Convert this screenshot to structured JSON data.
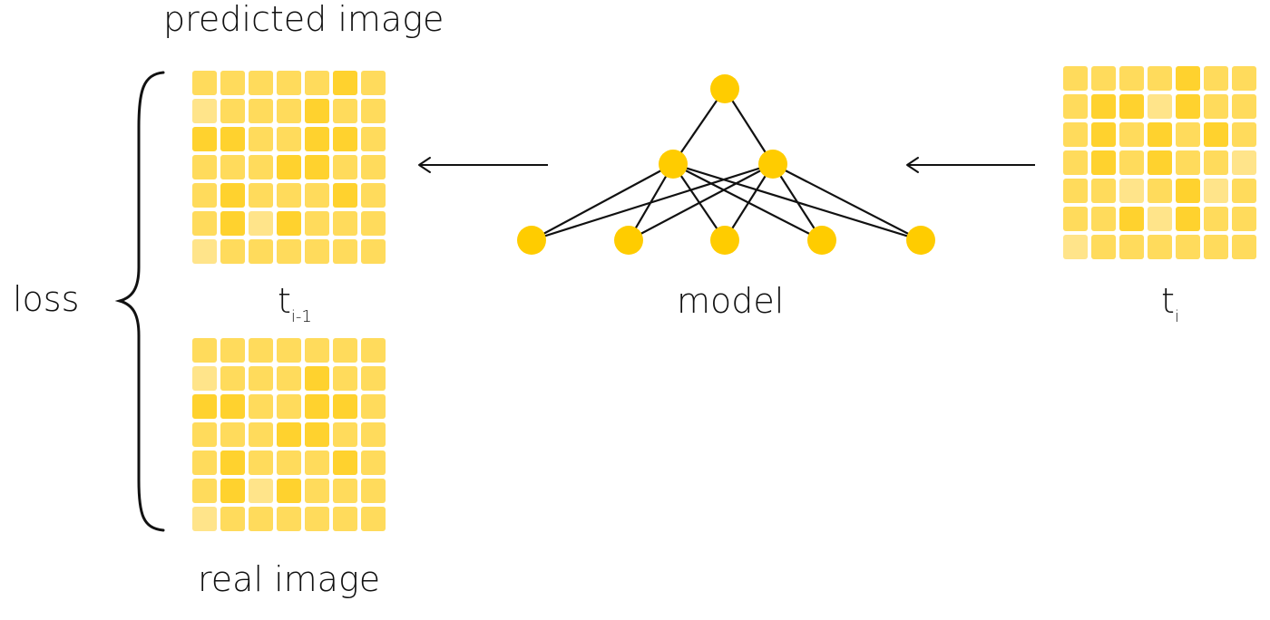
{
  "labels": {
    "predicted_image": "predicted image",
    "real_image": "real image",
    "loss": "loss",
    "model": "model",
    "t_prev_base": "t",
    "t_prev_sub": "i-1",
    "t_curr_base": "t",
    "t_curr_sub": "i"
  },
  "colors": {
    "cell_light": "#FFE48A",
    "cell_mid": "#FFDB5C",
    "cell_dark": "#FFD22E",
    "node": "#FFCC00",
    "ink": "#111111"
  },
  "grids": {
    "predicted": [
      [
        1,
        1,
        1,
        1,
        1,
        2,
        1
      ],
      [
        0,
        1,
        1,
        1,
        2,
        1,
        1
      ],
      [
        2,
        2,
        1,
        1,
        2,
        2,
        1
      ],
      [
        1,
        1,
        1,
        2,
        2,
        1,
        1
      ],
      [
        1,
        2,
        1,
        1,
        1,
        2,
        1
      ],
      [
        1,
        2,
        0,
        2,
        1,
        1,
        1
      ],
      [
        0,
        1,
        1,
        1,
        1,
        1,
        1
      ]
    ],
    "real": [
      [
        1,
        1,
        1,
        1,
        1,
        1,
        1
      ],
      [
        0,
        1,
        1,
        1,
        2,
        1,
        1
      ],
      [
        2,
        2,
        1,
        1,
        2,
        2,
        1
      ],
      [
        1,
        1,
        1,
        2,
        2,
        1,
        1
      ],
      [
        1,
        2,
        1,
        1,
        1,
        2,
        1
      ],
      [
        1,
        2,
        0,
        2,
        1,
        1,
        1
      ],
      [
        0,
        1,
        1,
        1,
        1,
        1,
        1
      ]
    ],
    "noisy": [
      [
        1,
        1,
        1,
        1,
        2,
        1,
        1
      ],
      [
        1,
        2,
        2,
        0,
        2,
        1,
        1
      ],
      [
        1,
        2,
        1,
        2,
        1,
        2,
        1
      ],
      [
        1,
        2,
        1,
        2,
        1,
        1,
        0
      ],
      [
        1,
        1,
        0,
        1,
        2,
        0,
        1
      ],
      [
        1,
        1,
        2,
        0,
        2,
        1,
        1
      ],
      [
        0,
        1,
        1,
        1,
        1,
        1,
        1
      ]
    ]
  },
  "network": {
    "layers": [
      1,
      2,
      5
    ]
  }
}
